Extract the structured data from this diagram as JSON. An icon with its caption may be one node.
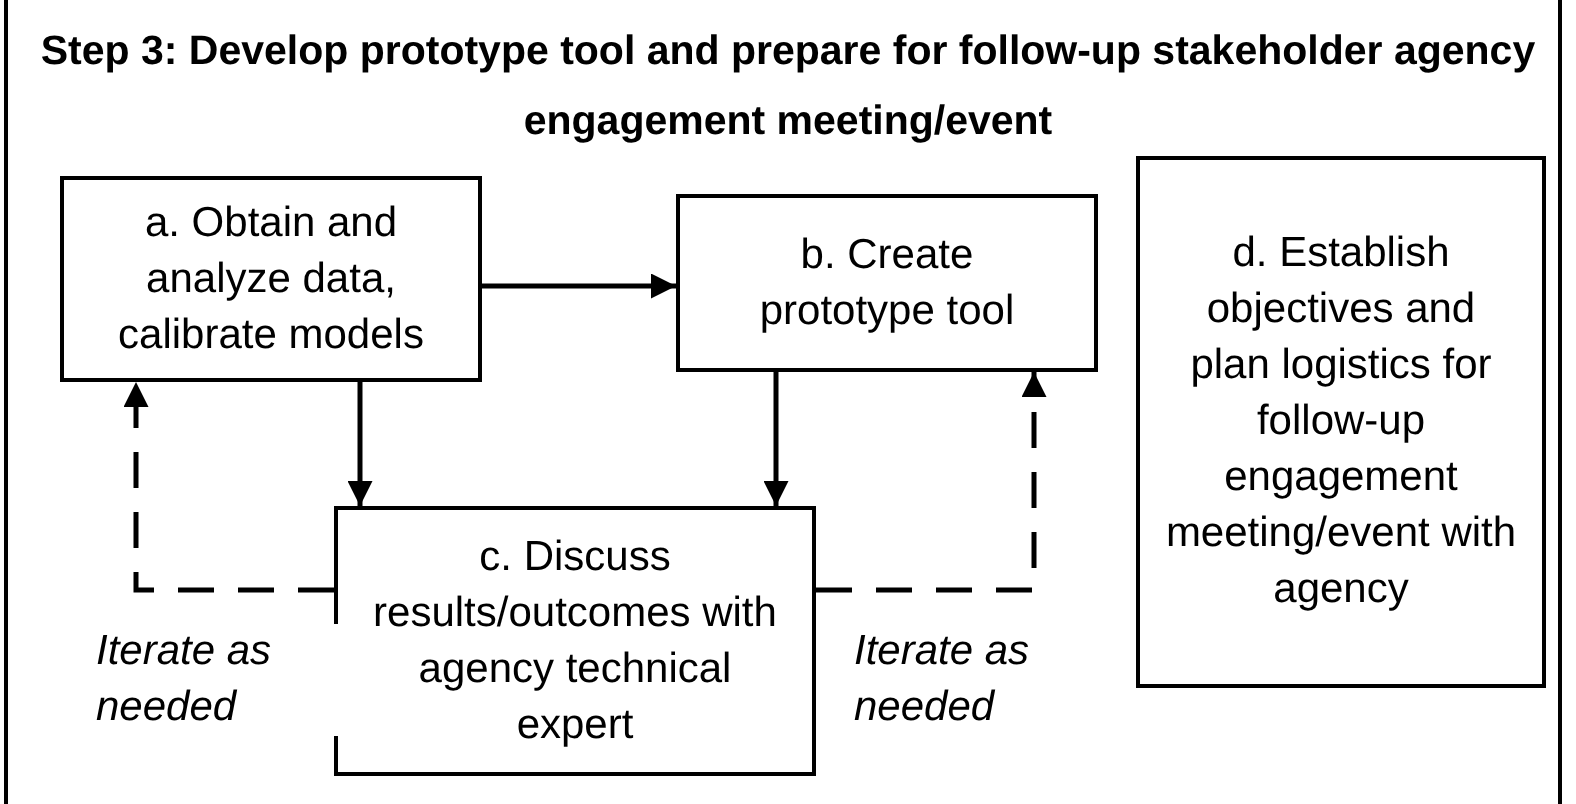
{
  "diagram": {
    "title": "Step 3: Develop prototype tool and prepare for follow-up stakeholder agency engagement meeting/event",
    "nodes": [
      {
        "text": [
          "a. Obtain and analyze data, calibrate models"
        ]
      },
      {
        "text": [
          "b. Create prototype tool"
        ]
      },
      {
        "text": [
          "c. Discuss results/outcomes with agency technical expert"
        ]
      },
      {
        "text": [
          "d. Establish objectives and plan logistics for follow-up engagement meeting/event with agency"
        ]
      }
    ],
    "edges": [
      {
        "from": 0,
        "to": 1,
        "arrow": "to"
      },
      {
        "from": 0,
        "to": 2,
        "arrow": "to"
      },
      {
        "from": 1,
        "to": 2,
        "arrow": "to"
      },
      {
        "from": 2,
        "to": 0,
        "arrow": "to",
        "style": "dashed",
        "label": "Iterate as needed"
      },
      {
        "from": 2,
        "to": 1,
        "arrow": "to",
        "style": "dashed",
        "label": "Iterate as needed"
      }
    ]
  }
}
